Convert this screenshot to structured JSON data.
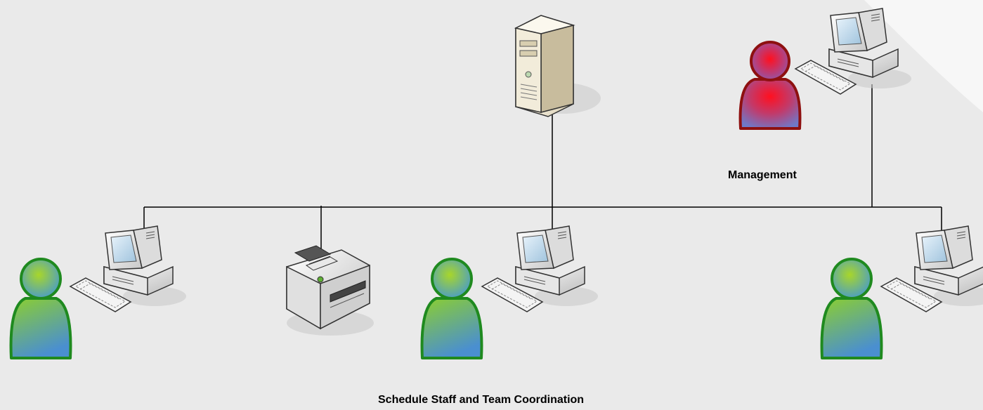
{
  "labels": {
    "management": "Management",
    "staff": "Schedule Staff and Team Coordination"
  },
  "colors": {
    "background": "#eaeaea",
    "line": "#000000",
    "staff_user_fill": "#5fae35",
    "staff_user_outline": "#1f8a1f",
    "manager_user_fill": "#d81e2c",
    "manager_user_outline": "#8e1010"
  },
  "nodes": [
    {
      "id": "server",
      "icon": "server-icon"
    },
    {
      "id": "management-computer",
      "icon": "computer-icon"
    },
    {
      "id": "management-user",
      "icon": "user-icon",
      "role": "Management"
    },
    {
      "id": "staff-computer-1",
      "icon": "computer-icon"
    },
    {
      "id": "staff-user-1",
      "icon": "user-icon"
    },
    {
      "id": "printer",
      "icon": "printer-icon"
    },
    {
      "id": "staff-computer-2",
      "icon": "computer-icon"
    },
    {
      "id": "staff-user-2",
      "icon": "user-icon"
    },
    {
      "id": "staff-computer-3",
      "icon": "computer-icon"
    },
    {
      "id": "staff-user-3",
      "icon": "user-icon"
    }
  ]
}
